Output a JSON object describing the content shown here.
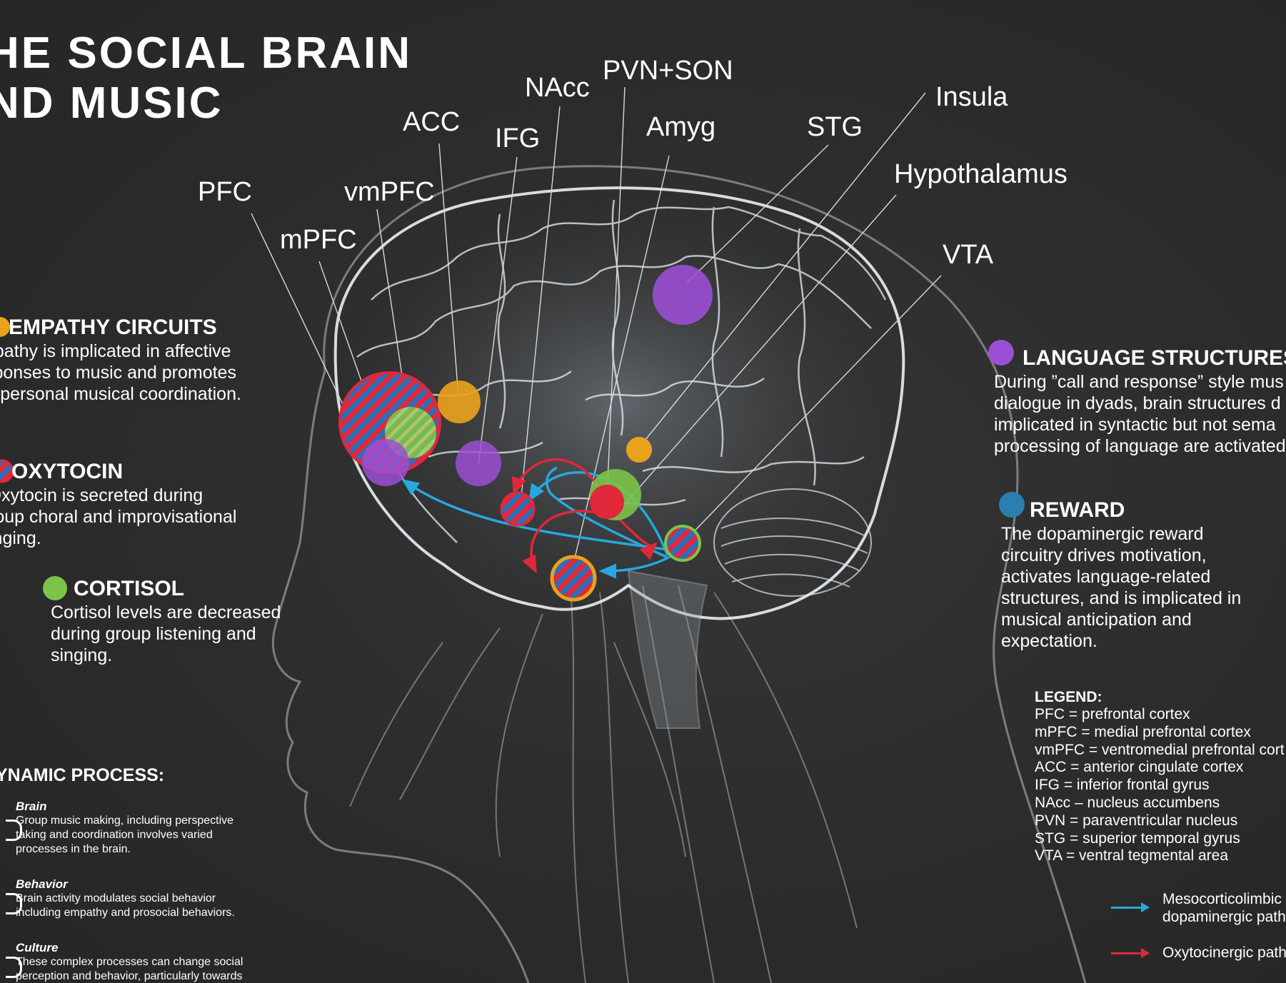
{
  "title": {
    "line1": "HE SOCIAL BRAIN",
    "line2": "ND MUSIC"
  },
  "regions": {
    "pfc": "PFC",
    "mpfc": "mPFC",
    "vmpfc": "vmPFC",
    "acc": "ACC",
    "ifg": "IFG",
    "nacc": "NAcc",
    "pvn_son": "PVN+SON",
    "amyg": "Amyg",
    "stg": "STG",
    "insula": "Insula",
    "hypothalamus": "Hypothalamus",
    "vta": "VTA"
  },
  "sections": {
    "empathy": {
      "heading": "EMPATHY CIRCUITS",
      "lines": [
        "npathy is implicated in affective",
        "sponses to music and promotes",
        "erpersonal musical coordination."
      ],
      "color": "#e8a21c"
    },
    "oxytocin": {
      "heading": "OXYTOCIN",
      "lines": [
        "Dxytocin is secreted during",
        "roup choral and improvisational",
        "inging."
      ],
      "color": "#e0283a"
    },
    "cortisol": {
      "heading": "CORTISOL",
      "lines": [
        "Cortisol levels are decreased",
        "during group listening and",
        "singing."
      ],
      "color": "#7cc34a"
    },
    "language": {
      "heading": "LANGUAGE STRUCTURES",
      "lines": [
        "During ”call and response” style mus",
        "dialogue in dyads, brain structures d",
        "implicated in syntactic but not sema",
        "processing of language are activated"
      ],
      "color": "#9b4fd4"
    },
    "reward": {
      "heading": "REWARD",
      "lines": [
        "The dopaminergic reward",
        "circuitry drives motivation,",
        "activates language-related",
        "structures, and is implicated in",
        "musical anticipation and",
        "expectation."
      ],
      "color": "#2a7fb0"
    }
  },
  "dynamic_process": {
    "heading": "YNAMIC PROCESS:",
    "items": [
      {
        "title": "Brain",
        "lines": [
          "Group music making, including perspective",
          "taking and coordination involves varied",
          "processes in the brain."
        ]
      },
      {
        "title": "Behavior",
        "lines": [
          "Brain activity modulates social behavior",
          "including empathy and prosocial behaviors."
        ]
      },
      {
        "title": "Culture",
        "lines": [
          "These complex processes can change social",
          "perception and behavior, particularly towards"
        ]
      }
    ]
  },
  "legend": {
    "heading": "LEGEND:",
    "items": [
      "PFC = prefrontal cortex",
      "mPFC = medial prefrontal cortex",
      "vmPFC = ventromedial prefrontal cort",
      "ACC = anterior cingulate cortex",
      "IFG = inferior frontal gyrus",
      "NAcc – nucleus accumbens",
      "PVN = paraventricular nucleus",
      "STG = superior temporal gyrus",
      "VTA = ventral tegmental area"
    ]
  },
  "pathways": {
    "items": [
      {
        "lines": [
          "Mesocorticolimbic",
          "dopaminergic path"
        ],
        "color": "#28a7e0"
      },
      {
        "lines": [
          "Oxytocinergic path"
        ],
        "color": "#e0283a"
      }
    ]
  }
}
